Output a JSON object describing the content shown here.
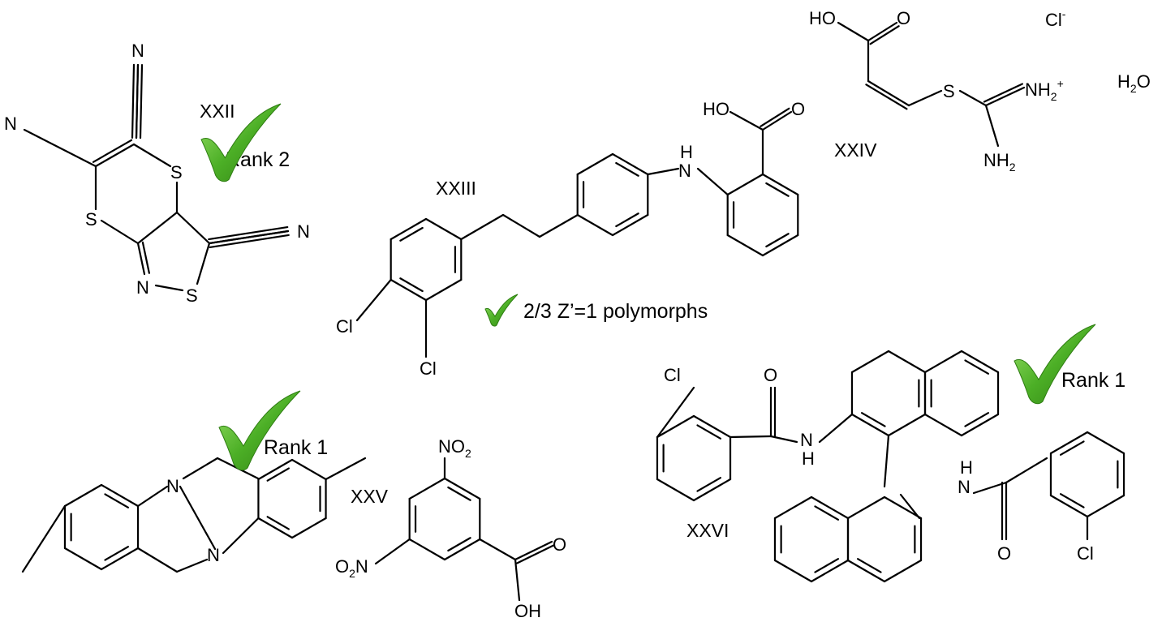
{
  "colors": {
    "check": "#4caf26",
    "check_dark": "#2e7d12",
    "ink": "#000000"
  },
  "compounds": {
    "xxii": {
      "label": "XXII",
      "rank": "Rank 2",
      "atoms": {
        "n1": "N",
        "n2": "N",
        "n3": "N",
        "s1": "S",
        "s2": "S",
        "s3": "S",
        "n4": "N"
      }
    },
    "xxiii": {
      "label": "XXIII",
      "note": "2/3 Z’=1 polymorphs",
      "atoms": {
        "ho": "HO",
        "o": "O",
        "h": "H",
        "n": "N",
        "cl1": "Cl",
        "cl2": "Cl"
      }
    },
    "xxiv": {
      "label": "XXIV",
      "atoms": {
        "ho": "HO",
        "o": "O",
        "s": "S",
        "nh2plus": "NH",
        "nh2plus_sub": "2",
        "nh2plus_sup": "+",
        "nh2": "NH",
        "nh2_sub": "2",
        "cl": "Cl",
        "cl_sup": "-",
        "h2o_h": "H",
        "h2o_sub": "2",
        "h2o_o": "O"
      }
    },
    "tricyclic": {
      "rank": "Rank 1",
      "atoms": {
        "n1": "N",
        "n2": "N"
      }
    },
    "xxv": {
      "label": "XXV",
      "atoms": {
        "no2": "NO",
        "no2_sub": "2",
        "o2n_o": "O",
        "o2n_sub": "2",
        "o2n_n": "N",
        "o": "O",
        "oh": "OH"
      }
    },
    "xxvi": {
      "label": "XXVI",
      "rank": "Rank 1",
      "atoms": {
        "cl1": "Cl",
        "o1": "O",
        "n1": "N",
        "h1": "H",
        "h2": "H",
        "n2": "N",
        "o2": "O",
        "cl2": "Cl"
      }
    }
  }
}
